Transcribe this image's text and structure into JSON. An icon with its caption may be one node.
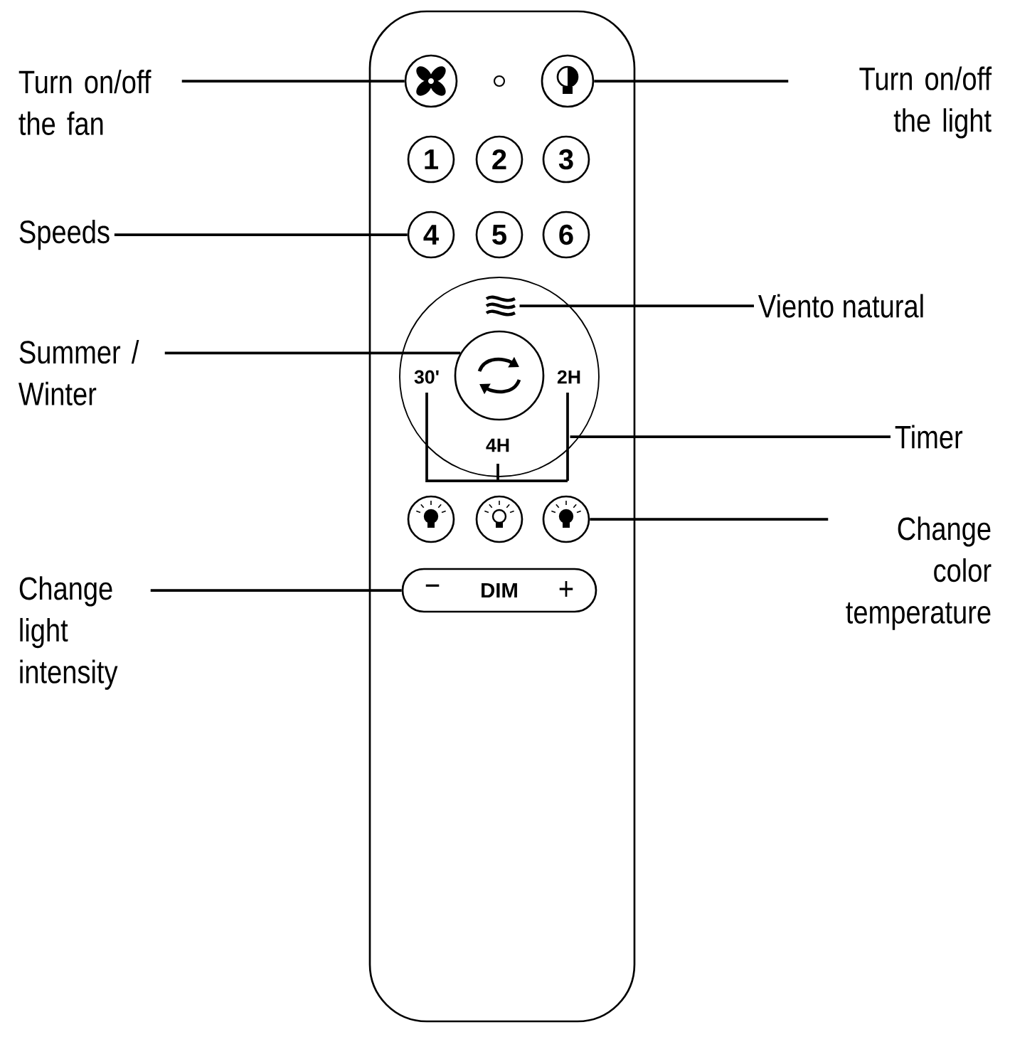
{
  "diagram": {
    "nodes": [
      {
        "text": [
          "Turn on/off the fan"
        ]
      },
      {
        "text": [],
        "shape": "box"
      },
      {
        "text": [],
        "shape": "circle",
        "in": 1
      },
      {
        "text": [],
        "shape": "circle",
        "in": 1
      },
      {
        "text": [
          "Turn on/off the light"
        ]
      },
      {
        "text": [
          "1"
        ],
        "in": 1
      },
      {
        "text": [
          "2"
        ],
        "in": 1
      },
      {
        "text": [
          "3"
        ],
        "in": 1
      },
      {
        "text": [
          "4"
        ],
        "in": 1
      },
      {
        "text": [
          "5"
        ],
        "in": 1
      },
      {
        "text": [
          "6"
        ],
        "in": 1
      },
      {
        "text": [
          "Speeds"
        ]
      },
      {
        "text": [
          "30'",
          "2H",
          "4H"
        ],
        "in": 1
      },
      {
        "text": [],
        "shape": "icon",
        "in": 12
      },
      {
        "text": [],
        "shape": "circle",
        "in": 12
      },
      {
        "text": [
          "Viento natural"
        ]
      },
      {
        "text": [
          "Summer / Winter"
        ]
      },
      {
        "text": [
          "Timer"
        ]
      },
      {
        "text": [],
        "shape": "circle",
        "in": 1
      },
      {
        "text": [],
        "shape": "circle",
        "in": 1
      },
      {
        "text": [],
        "shape": "circle",
        "in": 1
      },
      {
        "text": [
          "Change color temperature"
        ]
      },
      {
        "text": [
          "−",
          "DIM",
          "+"
        ],
        "in": 1
      },
      {
        "text": [
          "Change light intensity"
        ]
      },
      {
        "text": [],
        "shape": "bar",
        "in": 12
      }
    ],
    "edges": [
      {
        "from": 0,
        "to": 2,
        "arrow": "none"
      },
      {
        "from": 4,
        "to": 3,
        "arrow": "none"
      },
      {
        "from": 11,
        "to": 8,
        "arrow": "none"
      },
      {
        "from": 15,
        "to": 13,
        "arrow": "none"
      },
      {
        "from": 16,
        "to": 14,
        "arrow": "none"
      },
      {
        "from": 17,
        "to": 24,
        "arrow": "none"
      },
      {
        "from": 21,
        "to": 20,
        "arrow": "none"
      },
      {
        "from": 23,
        "to": 22,
        "arrow": "none"
      }
    ]
  }
}
